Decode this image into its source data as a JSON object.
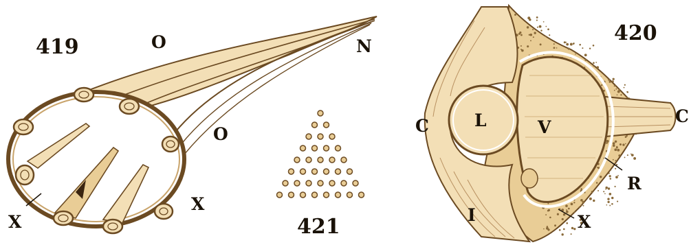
{
  "figures": [
    {
      "number": "419",
      "labels": {
        "o_top": "O",
        "n": "N",
        "o_mid": "O",
        "x_right": "X",
        "x_left": "X"
      }
    },
    {
      "number": "421",
      "dot_rows": [
        1,
        2,
        3,
        4,
        5,
        6,
        7,
        8
      ]
    },
    {
      "number": "420",
      "labels": {
        "c_left": "C",
        "l": "L",
        "v": "V",
        "c_right": "C",
        "r": "R",
        "i": "I",
        "x": "X"
      }
    }
  ],
  "colors": {
    "fill_light": "#f3dfb6",
    "fill_mid": "#e9cd96",
    "stroke": "#6b4a22",
    "ink": "#1a1208",
    "speckle": "#8a6a3a"
  }
}
